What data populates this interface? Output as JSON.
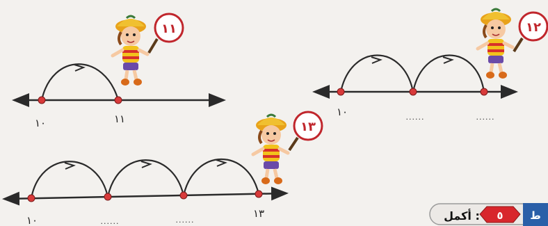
{
  "lines": [
    {
      "start_label": "١٠",
      "mid_labels": [],
      "end_label": "١١",
      "sign": "١١",
      "jumps": 1
    },
    {
      "start_label": "١٠",
      "mid_labels": [
        "......"
      ],
      "end_label": "......",
      "sign": "١٢",
      "jumps": 2
    },
    {
      "start_label": "١٠",
      "mid_labels": [
        "......",
        "......"
      ],
      "end_label": "١٣",
      "sign": "١٣",
      "jumps": 3
    }
  ],
  "exercise": {
    "label": "أكمل :",
    "number": "٥",
    "tag": "ط"
  },
  "colors": {
    "line": "#2a2a2a",
    "point": "#d83a3a",
    "sign_ring": "#c0262c",
    "badge": "#d8262c"
  }
}
